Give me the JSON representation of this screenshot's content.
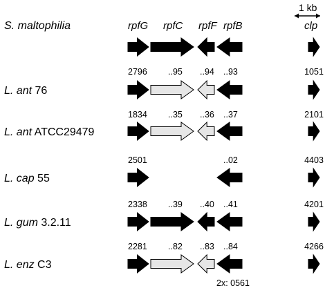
{
  "genes": {
    "rpfG": "rpfG",
    "rpfC": "rpfC",
    "rpfF": "rpfF",
    "rpfB": "rpfB",
    "clp": "clp"
  },
  "scale": {
    "label": "1 kb"
  },
  "colors": {
    "filled": "#000000",
    "hollow": "#e6e6e6",
    "stroke": "#000000"
  },
  "rows": [
    {
      "name_italic": "S. maltophilia",
      "name_rest": "",
      "ids": {
        "g": "",
        "c": "",
        "f": "",
        "b": "",
        "clp": ""
      },
      "arrows": {
        "g": "filled",
        "c": "filled",
        "f": "filled",
        "b": "filled",
        "clp": "filled"
      }
    },
    {
      "name_italic": "L. ant",
      "name_rest": " 76",
      "ids": {
        "g": "2796",
        "c": "..95",
        "f": "..94",
        "b": "..93",
        "clp": "1051"
      },
      "arrows": {
        "g": "filled",
        "c": "hollow",
        "f": "hollow",
        "b": "filled",
        "clp": "filled"
      }
    },
    {
      "name_italic": "L. ant",
      "name_rest": " ATCC29479",
      "ids": {
        "g": "1834",
        "c": "..35",
        "f": "..36",
        "b": "..37",
        "clp": "2101"
      },
      "arrows": {
        "g": "filled",
        "c": "hollow",
        "f": "hollow",
        "b": "filled",
        "clp": "filled"
      }
    },
    {
      "name_italic": "L. cap",
      "name_rest": " 55",
      "ids": {
        "g": "2501",
        "c": "",
        "f": "",
        "b": "..02",
        "clp": "4403"
      },
      "arrows": {
        "g": "filled",
        "c": "none",
        "f": "none",
        "b": "filled",
        "clp": "filled"
      }
    },
    {
      "name_italic": "L. gum",
      "name_rest": " 3.2.11",
      "ids": {
        "g": "2338",
        "c": "..39",
        "f": "..40",
        "b": "..41",
        "clp": "4201"
      },
      "arrows": {
        "g": "filled",
        "c": "filled",
        "f": "filled",
        "b": "filled",
        "clp": "filled"
      }
    },
    {
      "name_italic": "L. enz",
      "name_rest": " C3",
      "ids": {
        "g": "2281",
        "c": "..82",
        "f": "..83",
        "b": "..84",
        "clp": "4266"
      },
      "arrows": {
        "g": "filled",
        "c": "hollow",
        "f": "hollow",
        "b": "filled",
        "clp": "filled"
      }
    }
  ],
  "footnote": "2x: 0561"
}
